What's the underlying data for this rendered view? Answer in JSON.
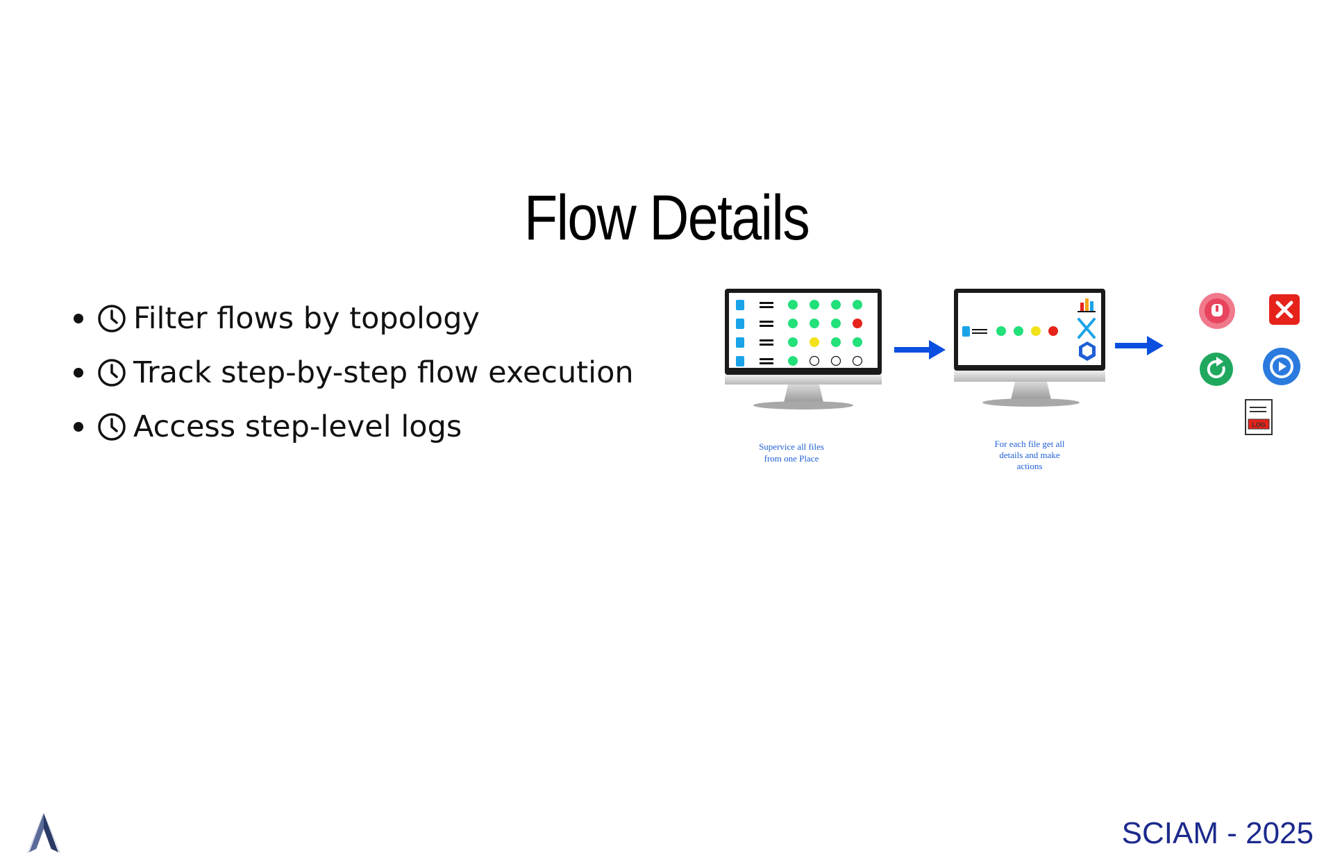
{
  "slide": {
    "title": "Flow Details",
    "bullets": [
      {
        "icon": "clock-icon",
        "text": "Filter flows by topology"
      },
      {
        "icon": "clock-icon",
        "text": "Track step-by-step flow execution"
      },
      {
        "icon": "clock-icon",
        "text": "Access step-level logs"
      }
    ]
  },
  "diagram": {
    "caption_left_1": "Supervice all files",
    "caption_left_2": "from one Place",
    "caption_right_1": "For each file get all",
    "caption_right_2": "details and make",
    "caption_right_3": "actions",
    "log_label": "LOG"
  },
  "footer": {
    "brand": "SCIAM - 2025"
  },
  "colors": {
    "green": "#22e07a",
    "yellow": "#f2e21b",
    "red": "#e5231b",
    "arrow": "#0a4fe0",
    "brand": "#1c2a8c"
  }
}
